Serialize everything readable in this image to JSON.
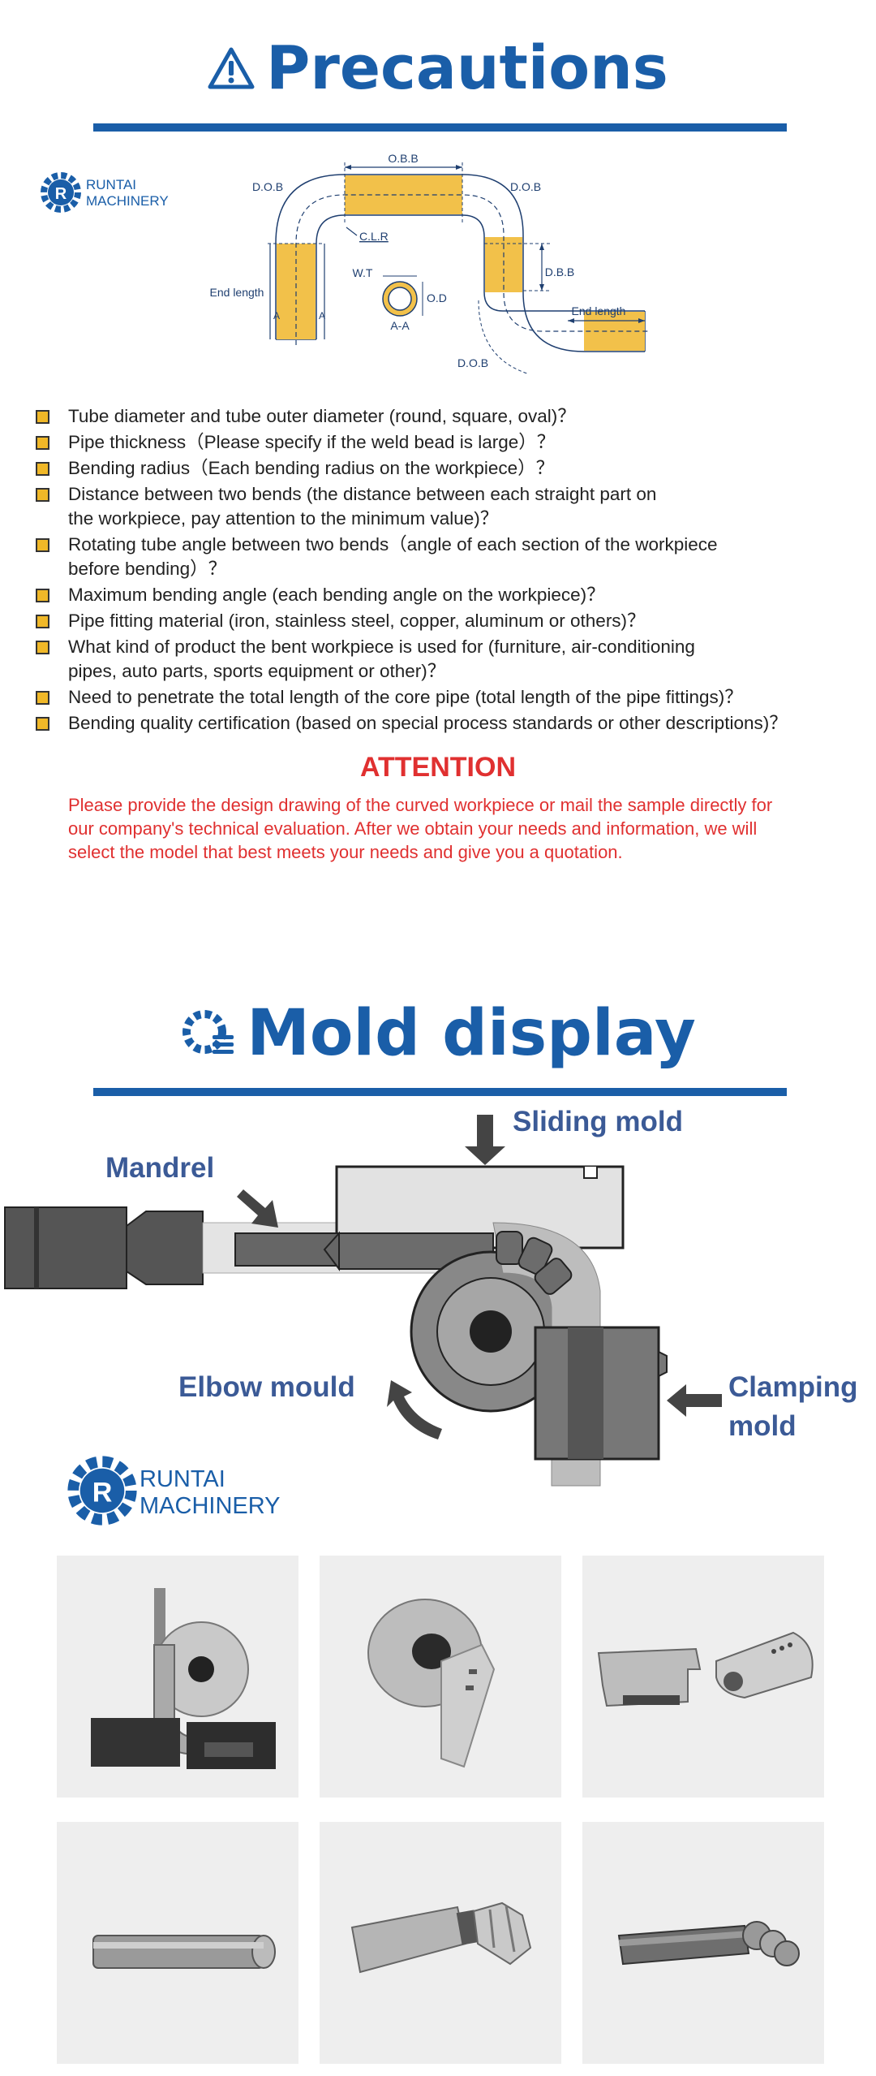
{
  "precautions": {
    "title": "Precautions",
    "logo": {
      "line1": "RUNTAI",
      "line2": "MACHINERY"
    },
    "diagram_labels": {
      "obb": "O.B.B",
      "dob_left": "D.O.B",
      "dob_right": "D.O.B",
      "dob_bottom": "D.O.B",
      "clr": "C.L.R",
      "wt": "W.T",
      "od": "O.D",
      "aa": "A-A",
      "dbb": "D.B.B",
      "end_length_left": "End length",
      "end_length_right": "End length",
      "a_left": "A",
      "a_right": "A"
    },
    "items": [
      {
        "line1": "Tube diameter and tube outer diameter (round, square, oval)？",
        "line2": ""
      },
      {
        "line1": "Pipe thickness（Please specify if the weld bead is large）？",
        "line2": ""
      },
      {
        "line1": "Bending radius（Each bending radius on the workpiece）？",
        "line2": ""
      },
      {
        "line1": "Distance between two bends (the distance between each straight part on",
        "line2": "the workpiece, pay attention to the minimum value)？"
      },
      {
        "line1": "Rotating tube angle between two bends（angle of each section of the workpiece",
        "line2": "before bending）？"
      },
      {
        "line1": "Maximum bending angle (each bending angle on the workpiece)？",
        "line2": ""
      },
      {
        "line1": "Pipe fitting material (iron, stainless steel, copper, aluminum or others)？",
        "line2": ""
      },
      {
        "line1": "What kind of product the bent workpiece is used for (furniture, air-conditioning",
        "line2": "pipes, auto parts, sports equipment or other)？"
      },
      {
        "line1": "Need to penetrate the total length of the core pipe (total length of the pipe fittings)？",
        "line2": ""
      },
      {
        "line1": "Bending quality certification (based on special process standards or other descriptions)？",
        "line2": ""
      }
    ],
    "attention_title": "ATTENTION",
    "attention_text": "Please provide the design drawing of the curved workpiece or mail the sample directly for our company's technical evaluation. After we obtain your needs and information, we will select the model that best meets your needs and give you a quotation."
  },
  "mold": {
    "title": "Mold display",
    "labels": {
      "sliding": "Sliding mold",
      "mandrel": "Mandrel",
      "elbow": "Elbow mould",
      "clamping_1": "Clamping",
      "clamping_2": "mold"
    },
    "logo": {
      "line1": "RUNTAI",
      "line2": "MACHINERY"
    }
  },
  "colors": {
    "brand_blue": "#1a5ea8",
    "label_blue": "#3b5a96",
    "alert_red": "#e03030",
    "tube_yellow": "#f2c14a"
  }
}
